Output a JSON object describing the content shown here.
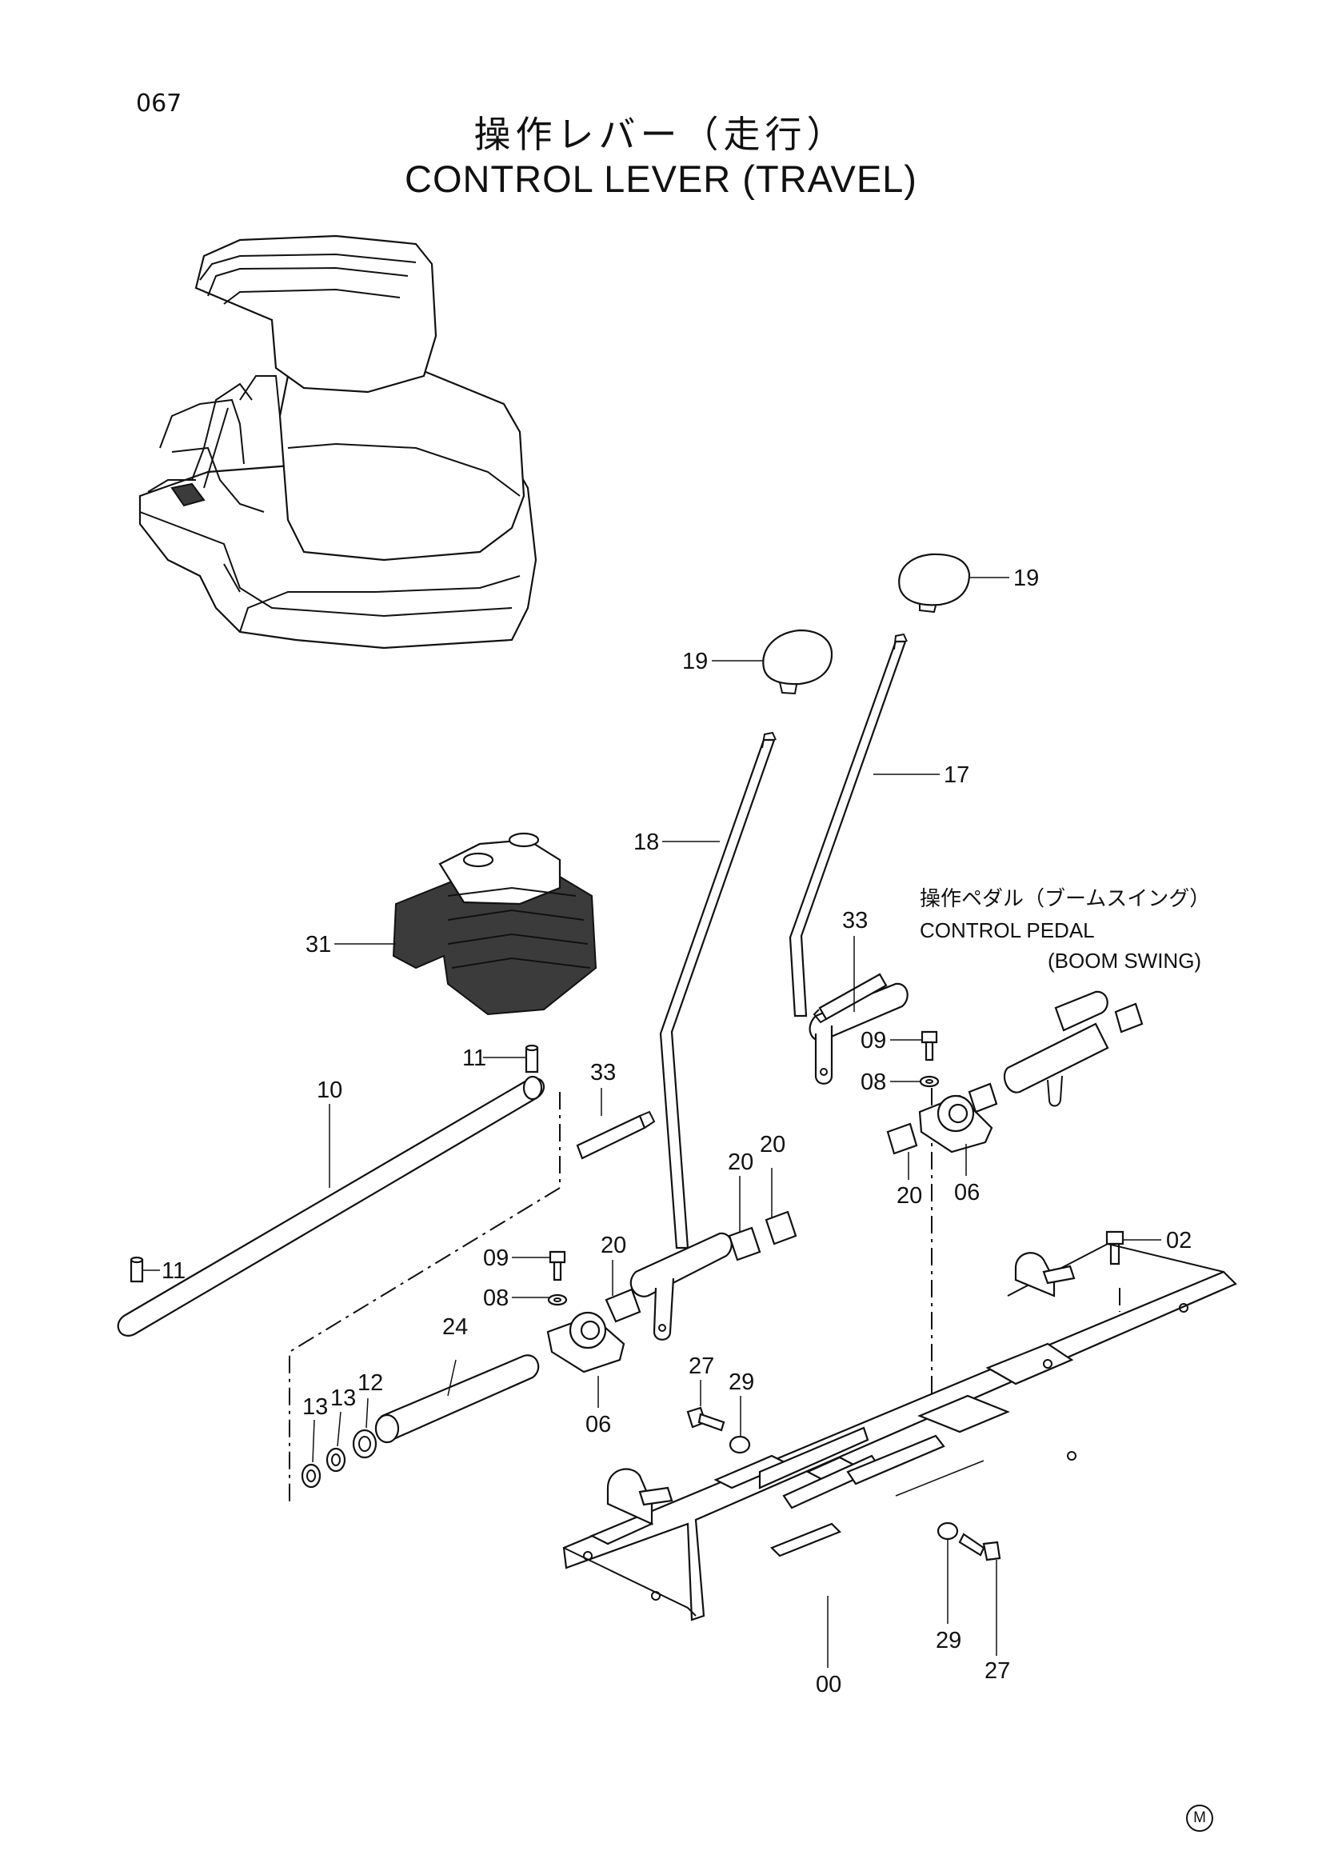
{
  "page_number": "067",
  "title": {
    "japanese": "操作レバー（走行）",
    "english": "CONTROL LEVER (TRAVEL)"
  },
  "reference_note": {
    "japanese": "操作ペダル（ブームスイング）",
    "english_line1": "CONTROL PEDAL",
    "english_line2": "(BOOM SWING)"
  },
  "part_labels": [
    {
      "id": "p19a",
      "text": "19"
    },
    {
      "id": "p19b",
      "text": "19"
    },
    {
      "id": "p17",
      "text": "17"
    },
    {
      "id": "p18",
      "text": "18"
    },
    {
      "id": "p31",
      "text": "31"
    },
    {
      "id": "p33a",
      "text": "33"
    },
    {
      "id": "p33b",
      "text": "33"
    },
    {
      "id": "p11a",
      "text": "11"
    },
    {
      "id": "p11b",
      "text": "11"
    },
    {
      "id": "p10",
      "text": "10"
    },
    {
      "id": "p09a",
      "text": "09"
    },
    {
      "id": "p08a",
      "text": "08"
    },
    {
      "id": "p09b",
      "text": "09"
    },
    {
      "id": "p08b",
      "text": "08"
    },
    {
      "id": "p06a",
      "text": "06"
    },
    {
      "id": "p06b",
      "text": "06"
    },
    {
      "id": "p20a",
      "text": "20"
    },
    {
      "id": "p20b",
      "text": "20"
    },
    {
      "id": "p20c",
      "text": "20"
    },
    {
      "id": "p20d",
      "text": "20"
    },
    {
      "id": "p02",
      "text": "02"
    },
    {
      "id": "p24",
      "text": "24"
    },
    {
      "id": "p12",
      "text": "12"
    },
    {
      "id": "p13a",
      "text": "13"
    },
    {
      "id": "p13b",
      "text": "13"
    },
    {
      "id": "p27a",
      "text": "27"
    },
    {
      "id": "p29a",
      "text": "29"
    },
    {
      "id": "p29b",
      "text": "29"
    },
    {
      "id": "p27b",
      "text": "27"
    },
    {
      "id": "p00",
      "text": "00"
    }
  ],
  "mark": "M"
}
